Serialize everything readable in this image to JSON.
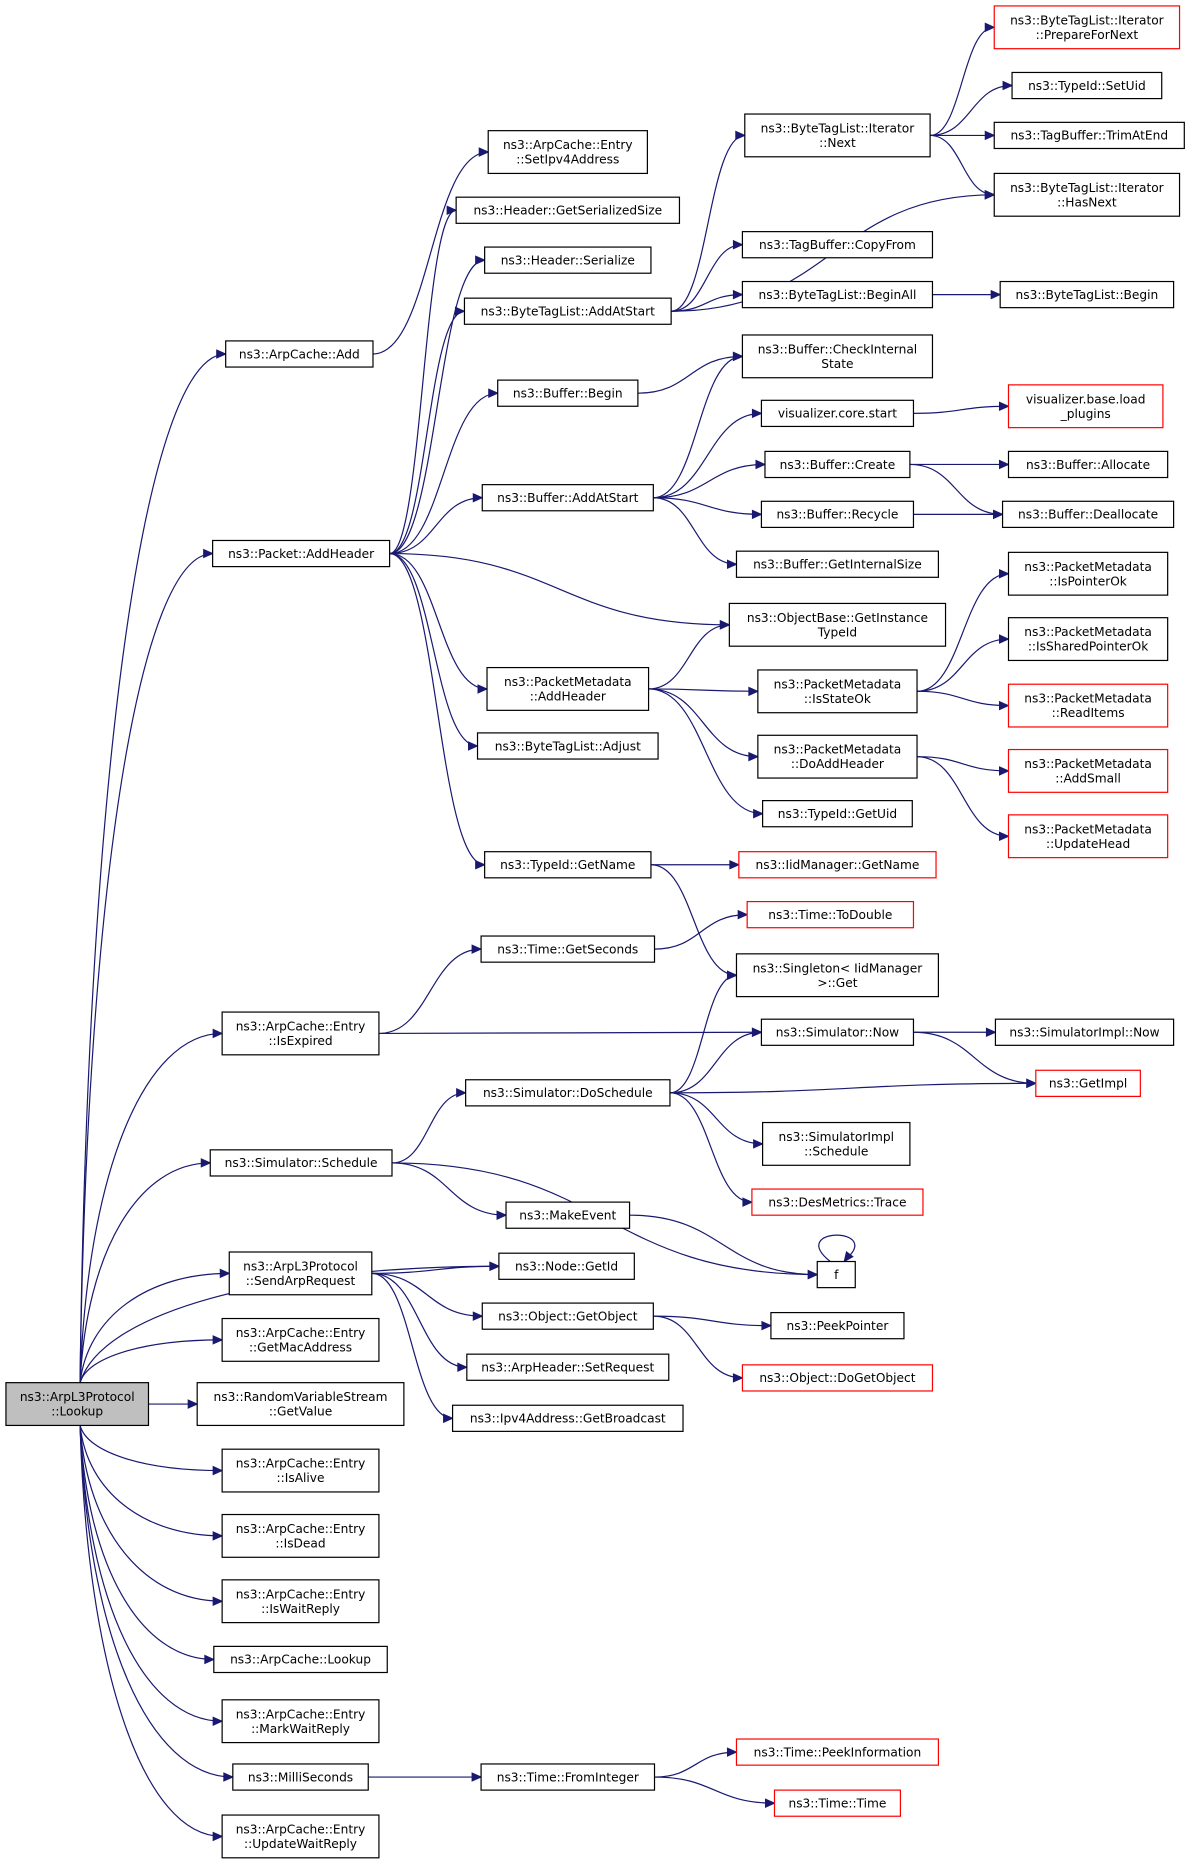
{
  "graph": {
    "root": "n_lookup",
    "nodes": [
      {
        "id": "n_lookup",
        "lines": [
          "ns3::ArpL3Protocol",
          "::Lookup"
        ],
        "style": "root"
      },
      {
        "id": "n_add",
        "lines": [
          "ns3::ArpCache::Add"
        ],
        "style": "normal"
      },
      {
        "id": "n_packet_addheader",
        "lines": [
          "ns3::Packet::AddHeader"
        ],
        "style": "normal"
      },
      {
        "id": "n_isexpired",
        "lines": [
          "ns3::ArpCache::Entry",
          "::IsExpired"
        ],
        "style": "normal"
      },
      {
        "id": "n_schedule",
        "lines": [
          "ns3::Simulator::Schedule"
        ],
        "style": "normal"
      },
      {
        "id": "n_sendarprequest",
        "lines": [
          "ns3::ArpL3Protocol",
          "::SendArpRequest"
        ],
        "style": "normal"
      },
      {
        "id": "n_getmacaddress",
        "lines": [
          "ns3::ArpCache::Entry",
          "::GetMacAddress"
        ],
        "style": "normal"
      },
      {
        "id": "n_rvs_getvalue",
        "lines": [
          "ns3::RandomVariableStream",
          "::GetValue"
        ],
        "style": "normal"
      },
      {
        "id": "n_isalive",
        "lines": [
          "ns3::ArpCache::Entry",
          "::IsAlive"
        ],
        "style": "normal"
      },
      {
        "id": "n_isdead",
        "lines": [
          "ns3::ArpCache::Entry",
          "::IsDead"
        ],
        "style": "normal"
      },
      {
        "id": "n_iswaitreply",
        "lines": [
          "ns3::ArpCache::Entry",
          "::IsWaitReply"
        ],
        "style": "normal"
      },
      {
        "id": "n_arpcache_lookup",
        "lines": [
          "ns3::ArpCache::Lookup"
        ],
        "style": "normal"
      },
      {
        "id": "n_markwaitreply",
        "lines": [
          "ns3::ArpCache::Entry",
          "::MarkWaitReply"
        ],
        "style": "normal"
      },
      {
        "id": "n_milliseconds",
        "lines": [
          "ns3::MilliSeconds"
        ],
        "style": "normal"
      },
      {
        "id": "n_updatewaitreply",
        "lines": [
          "ns3::ArpCache::Entry",
          "::UpdateWaitReply"
        ],
        "style": "normal"
      },
      {
        "id": "n_setipv4address",
        "lines": [
          "ns3::ArpCache::Entry",
          "::SetIpv4Address"
        ],
        "style": "normal"
      },
      {
        "id": "n_getserializedsize",
        "lines": [
          "ns3::Header::GetSerializedSize"
        ],
        "style": "normal"
      },
      {
        "id": "n_header_serialize",
        "lines": [
          "ns3::Header::Serialize"
        ],
        "style": "normal"
      },
      {
        "id": "n_btl_addatstart",
        "lines": [
          "ns3::ByteTagList::AddAtStart"
        ],
        "style": "normal"
      },
      {
        "id": "n_buffer_begin",
        "lines": [
          "ns3::Buffer::Begin"
        ],
        "style": "normal"
      },
      {
        "id": "n_buffer_addatstart",
        "lines": [
          "ns3::Buffer::AddAtStart"
        ],
        "style": "normal"
      },
      {
        "id": "n_pm_addheader",
        "lines": [
          "ns3::PacketMetadata",
          "::AddHeader"
        ],
        "style": "normal"
      },
      {
        "id": "n_btl_adjust",
        "lines": [
          "ns3::ByteTagList::Adjust"
        ],
        "style": "normal"
      },
      {
        "id": "n_typeid_getname",
        "lines": [
          "ns3::TypeId::GetName"
        ],
        "style": "normal"
      },
      {
        "id": "n_time_getseconds",
        "lines": [
          "ns3::Time::GetSeconds"
        ],
        "style": "normal"
      },
      {
        "id": "n_doschedule",
        "lines": [
          "ns3::Simulator::DoSchedule"
        ],
        "style": "normal"
      },
      {
        "id": "n_makeevent",
        "lines": [
          "ns3::MakeEvent"
        ],
        "style": "normal"
      },
      {
        "id": "n_node_getid",
        "lines": [
          "ns3::Node::GetId"
        ],
        "style": "normal"
      },
      {
        "id": "n_object_getobject",
        "lines": [
          "ns3::Object::GetObject"
        ],
        "style": "normal"
      },
      {
        "id": "n_arpheader_setrequest",
        "lines": [
          "ns3::ArpHeader::SetRequest"
        ],
        "style": "normal"
      },
      {
        "id": "n_ipv4_getbroadcast",
        "lines": [
          "ns3::Ipv4Address::GetBroadcast"
        ],
        "style": "normal"
      },
      {
        "id": "n_time_frominteger",
        "lines": [
          "ns3::Time::FromInteger"
        ],
        "style": "normal"
      },
      {
        "id": "n_btl_it_next",
        "lines": [
          "ns3::ByteTagList::Iterator",
          "::Next"
        ],
        "style": "normal"
      },
      {
        "id": "n_tagbuffer_copyfrom",
        "lines": [
          "ns3::TagBuffer::CopyFrom"
        ],
        "style": "normal"
      },
      {
        "id": "n_btl_beginall",
        "lines": [
          "ns3::ByteTagList::BeginAll"
        ],
        "style": "normal"
      },
      {
        "id": "n_buffer_checkinternalstate",
        "lines": [
          "ns3::Buffer::CheckInternal",
          "State"
        ],
        "style": "normal"
      },
      {
        "id": "n_viz_core_start",
        "lines": [
          "visualizer.core.start"
        ],
        "style": "normal"
      },
      {
        "id": "n_buffer_create",
        "lines": [
          "ns3::Buffer::Create"
        ],
        "style": "normal"
      },
      {
        "id": "n_buffer_recycle",
        "lines": [
          "ns3::Buffer::Recycle"
        ],
        "style": "normal"
      },
      {
        "id": "n_buffer_getinternalsize",
        "lines": [
          "ns3::Buffer::GetInternalSize"
        ],
        "style": "normal"
      },
      {
        "id": "n_objectbase_getinstancetypeid",
        "lines": [
          "ns3::ObjectBase::GetInstance",
          "TypeId"
        ],
        "style": "normal"
      },
      {
        "id": "n_pm_isstateok",
        "lines": [
          "ns3::PacketMetadata",
          "::IsStateOk"
        ],
        "style": "normal"
      },
      {
        "id": "n_pm_doaddheader",
        "lines": [
          "ns3::PacketMetadata",
          "::DoAddHeader"
        ],
        "style": "normal"
      },
      {
        "id": "n_typeid_getuid",
        "lines": [
          "ns3::TypeId::GetUid"
        ],
        "style": "normal"
      },
      {
        "id": "n_iidmanager_getname",
        "lines": [
          "ns3::IidManager::GetName"
        ],
        "style": "red"
      },
      {
        "id": "n_time_todouble",
        "lines": [
          "ns3::Time::ToDouble"
        ],
        "style": "red"
      },
      {
        "id": "n_singleton_get",
        "lines": [
          "ns3::Singleton< IidManager",
          "  >::Get"
        ],
        "style": "normal"
      },
      {
        "id": "n_simulator_now",
        "lines": [
          "ns3::Simulator::Now"
        ],
        "style": "normal"
      },
      {
        "id": "n_simimpl_schedule",
        "lines": [
          "ns3::SimulatorImpl",
          "::Schedule"
        ],
        "style": "normal"
      },
      {
        "id": "n_desmetrics_trace",
        "lines": [
          "ns3::DesMetrics::Trace"
        ],
        "style": "red"
      },
      {
        "id": "n_f",
        "lines": [
          "f"
        ],
        "style": "normal"
      },
      {
        "id": "n_peekpointer",
        "lines": [
          "ns3::PeekPointer"
        ],
        "style": "normal"
      },
      {
        "id": "n_object_dogetobject",
        "lines": [
          "ns3::Object::DoGetObject"
        ],
        "style": "red"
      },
      {
        "id": "n_time_peekinformation",
        "lines": [
          "ns3::Time::PeekInformation"
        ],
        "style": "red"
      },
      {
        "id": "n_time_time",
        "lines": [
          "ns3::Time::Time"
        ],
        "style": "red"
      },
      {
        "id": "n_btl_it_preparefornext",
        "lines": [
          "ns3::ByteTagList::Iterator",
          "::PrepareForNext"
        ],
        "style": "red"
      },
      {
        "id": "n_typeid_setuid",
        "lines": [
          "ns3::TypeId::SetUid"
        ],
        "style": "normal"
      },
      {
        "id": "n_tagbuffer_trimatend",
        "lines": [
          "ns3::TagBuffer::TrimAtEnd"
        ],
        "style": "normal"
      },
      {
        "id": "n_btl_it_hasnext",
        "lines": [
          "ns3::ByteTagList::Iterator",
          "::HasNext"
        ],
        "style": "normal"
      },
      {
        "id": "n_btl_begin",
        "lines": [
          "ns3::ByteTagList::Begin"
        ],
        "style": "normal"
      },
      {
        "id": "n_viz_base_load_plugins",
        "lines": [
          "visualizer.base.load",
          "_plugins"
        ],
        "style": "red"
      },
      {
        "id": "n_buffer_allocate",
        "lines": [
          "ns3::Buffer::Allocate"
        ],
        "style": "normal"
      },
      {
        "id": "n_buffer_deallocate",
        "lines": [
          "ns3::Buffer::Deallocate"
        ],
        "style": "normal"
      },
      {
        "id": "n_pm_ispointerok",
        "lines": [
          "ns3::PacketMetadata",
          "::IsPointerOk"
        ],
        "style": "normal"
      },
      {
        "id": "n_pm_issharedpointerok",
        "lines": [
          "ns3::PacketMetadata",
          "::IsSharedPointerOk"
        ],
        "style": "normal"
      },
      {
        "id": "n_pm_readitems",
        "lines": [
          "ns3::PacketMetadata",
          "::ReadItems"
        ],
        "style": "red"
      },
      {
        "id": "n_pm_addsmall",
        "lines": [
          "ns3::PacketMetadata",
          "::AddSmall"
        ],
        "style": "red"
      },
      {
        "id": "n_pm_updatehead",
        "lines": [
          "ns3::PacketMetadata",
          "::UpdateHead"
        ],
        "style": "red"
      },
      {
        "id": "n_simimpl_now",
        "lines": [
          "ns3::SimulatorImpl::Now"
        ],
        "style": "normal"
      },
      {
        "id": "n_getimpl",
        "lines": [
          "ns3::GetImpl"
        ],
        "style": "red"
      }
    ],
    "edges": [
      [
        "n_lookup",
        "n_add"
      ],
      [
        "n_lookup",
        "n_packet_addheader"
      ],
      [
        "n_lookup",
        "n_isexpired"
      ],
      [
        "n_lookup",
        "n_schedule"
      ],
      [
        "n_lookup",
        "n_node_getid"
      ],
      [
        "n_lookup",
        "n_sendarprequest"
      ],
      [
        "n_lookup",
        "n_getmacaddress"
      ],
      [
        "n_lookup",
        "n_rvs_getvalue"
      ],
      [
        "n_lookup",
        "n_isalive"
      ],
      [
        "n_lookup",
        "n_isdead"
      ],
      [
        "n_lookup",
        "n_iswaitreply"
      ],
      [
        "n_lookup",
        "n_arpcache_lookup"
      ],
      [
        "n_lookup",
        "n_markwaitreply"
      ],
      [
        "n_lookup",
        "n_milliseconds"
      ],
      [
        "n_lookup",
        "n_updatewaitreply"
      ],
      [
        "n_add",
        "n_setipv4address"
      ],
      [
        "n_packet_addheader",
        "n_getserializedsize"
      ],
      [
        "n_packet_addheader",
        "n_header_serialize"
      ],
      [
        "n_packet_addheader",
        "n_btl_addatstart"
      ],
      [
        "n_packet_addheader",
        "n_buffer_begin"
      ],
      [
        "n_packet_addheader",
        "n_buffer_addatstart"
      ],
      [
        "n_packet_addheader",
        "n_objectbase_getinstancetypeid"
      ],
      [
        "n_packet_addheader",
        "n_pm_addheader"
      ],
      [
        "n_packet_addheader",
        "n_btl_adjust"
      ],
      [
        "n_packet_addheader",
        "n_typeid_getname"
      ],
      [
        "n_isexpired",
        "n_time_getseconds"
      ],
      [
        "n_isexpired",
        "n_simulator_now"
      ],
      [
        "n_schedule",
        "n_doschedule"
      ],
      [
        "n_schedule",
        "n_makeevent"
      ],
      [
        "n_schedule",
        "n_f"
      ],
      [
        "n_sendarprequest",
        "n_node_getid"
      ],
      [
        "n_sendarprequest",
        "n_object_getobject"
      ],
      [
        "n_sendarprequest",
        "n_arpheader_setrequest"
      ],
      [
        "n_sendarprequest",
        "n_ipv4_getbroadcast"
      ],
      [
        "n_milliseconds",
        "n_time_frominteger"
      ],
      [
        "n_btl_addatstart",
        "n_btl_it_next"
      ],
      [
        "n_btl_addatstart",
        "n_btl_it_hasnext"
      ],
      [
        "n_btl_addatstart",
        "n_tagbuffer_copyfrom"
      ],
      [
        "n_btl_addatstart",
        "n_btl_beginall"
      ],
      [
        "n_buffer_begin",
        "n_buffer_checkinternalstate"
      ],
      [
        "n_buffer_addatstart",
        "n_buffer_checkinternalstate"
      ],
      [
        "n_buffer_addatstart",
        "n_viz_core_start"
      ],
      [
        "n_buffer_addatstart",
        "n_buffer_create"
      ],
      [
        "n_buffer_addatstart",
        "n_buffer_recycle"
      ],
      [
        "n_buffer_addatstart",
        "n_buffer_getinternalsize"
      ],
      [
        "n_pm_addheader",
        "n_objectbase_getinstancetypeid"
      ],
      [
        "n_pm_addheader",
        "n_pm_isstateok"
      ],
      [
        "n_pm_addheader",
        "n_pm_doaddheader"
      ],
      [
        "n_pm_addheader",
        "n_typeid_getuid"
      ],
      [
        "n_typeid_getname",
        "n_iidmanager_getname"
      ],
      [
        "n_typeid_getname",
        "n_singleton_get"
      ],
      [
        "n_time_getseconds",
        "n_time_todouble"
      ],
      [
        "n_doschedule",
        "n_singleton_get"
      ],
      [
        "n_doschedule",
        "n_simulator_now"
      ],
      [
        "n_doschedule",
        "n_getimpl"
      ],
      [
        "n_doschedule",
        "n_simimpl_schedule"
      ],
      [
        "n_doschedule",
        "n_desmetrics_trace"
      ],
      [
        "n_makeevent",
        "n_f"
      ],
      [
        "n_f",
        "n_f"
      ],
      [
        "n_object_getobject",
        "n_peekpointer"
      ],
      [
        "n_object_getobject",
        "n_object_dogetobject"
      ],
      [
        "n_time_frominteger",
        "n_time_peekinformation"
      ],
      [
        "n_time_frominteger",
        "n_time_time"
      ],
      [
        "n_btl_it_next",
        "n_btl_it_preparefornext"
      ],
      [
        "n_btl_it_next",
        "n_typeid_setuid"
      ],
      [
        "n_btl_it_next",
        "n_tagbuffer_trimatend"
      ],
      [
        "n_btl_it_next",
        "n_btl_it_hasnext"
      ],
      [
        "n_btl_beginall",
        "n_btl_begin"
      ],
      [
        "n_viz_core_start",
        "n_viz_base_load_plugins"
      ],
      [
        "n_buffer_create",
        "n_buffer_allocate"
      ],
      [
        "n_buffer_create",
        "n_buffer_deallocate"
      ],
      [
        "n_buffer_recycle",
        "n_buffer_deallocate"
      ],
      [
        "n_pm_isstateok",
        "n_pm_ispointerok"
      ],
      [
        "n_pm_isstateok",
        "n_pm_issharedpointerok"
      ],
      [
        "n_pm_isstateok",
        "n_pm_readitems"
      ],
      [
        "n_pm_doaddheader",
        "n_pm_addsmall"
      ],
      [
        "n_pm_doaddheader",
        "n_pm_updatehead"
      ],
      [
        "n_simulator_now",
        "n_simimpl_now"
      ],
      [
        "n_simulator_now",
        "n_getimpl"
      ]
    ]
  }
}
